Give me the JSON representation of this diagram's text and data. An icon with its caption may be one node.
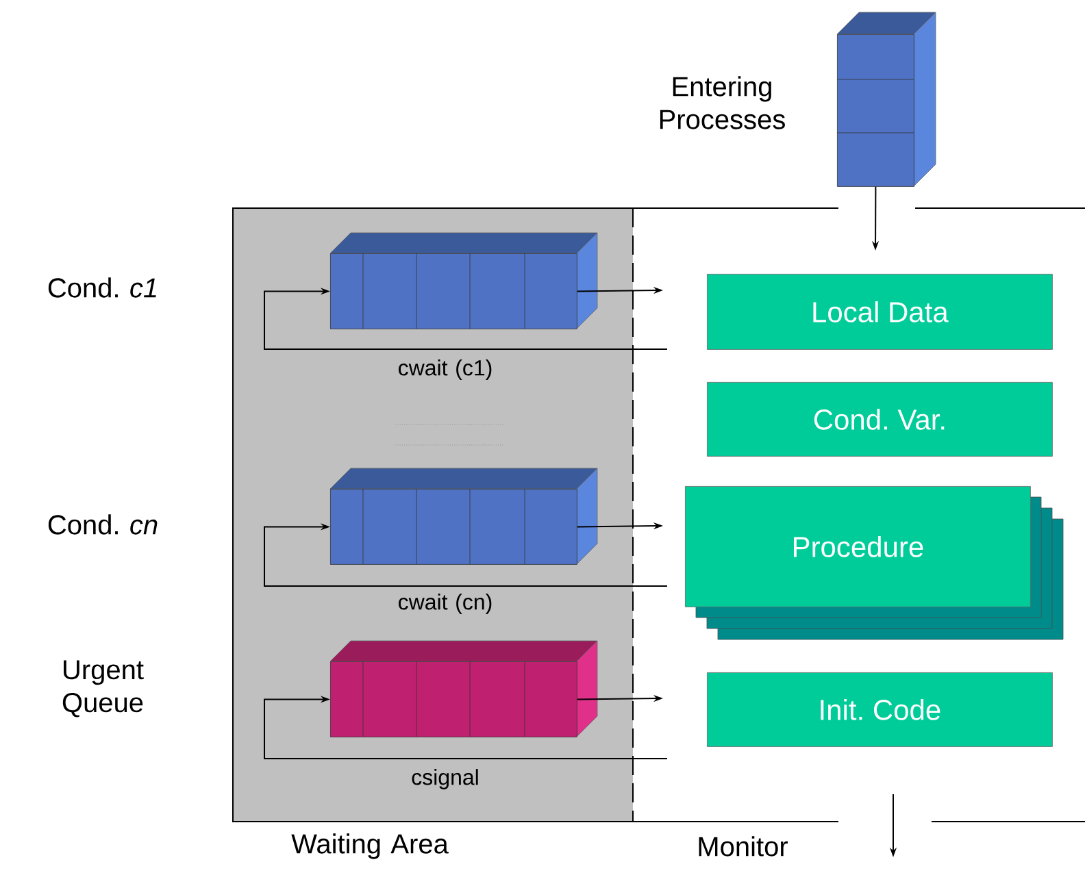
{
  "diagram": {
    "nodes": [
      {
        "text": [],
        "shape": "box",
        "beside": [
          "Entering Processes"
        ]
      },
      {
        "text": [],
        "shape": "box",
        "beside": [
          "cwait (c1)"
        ]
      },
      {
        "text": [],
        "shape": "box",
        "beside": [
          "cwait (cn)"
        ]
      },
      {
        "text": [],
        "shape": "box",
        "beside": [
          "csignal"
        ]
      },
      {
        "text": [
          "Local Data"
        ]
      },
      {
        "text": [
          "Cond. Var."
        ]
      },
      {
        "text": [
          "Procedure"
        ]
      },
      {
        "text": [
          "Init. Code"
        ]
      }
    ],
    "edges": [
      {
        "from": 0,
        "to": null,
        "arrow": "to"
      },
      {
        "from": 1,
        "to": null,
        "arrow": "to"
      },
      {
        "from": null,
        "to": 1,
        "arrow": "to"
      },
      {
        "from": 2,
        "to": null,
        "arrow": "to"
      },
      {
        "from": null,
        "to": 2,
        "arrow": "to"
      },
      {
        "from": 3,
        "to": null,
        "arrow": "to"
      },
      {
        "from": null,
        "to": 3,
        "arrow": "to"
      }
    ],
    "labels": [
      "Cond. *c1*",
      "Cond. *cn*",
      "Urgent Queue",
      "Waiting Area",
      "Monitor"
    ]
  }
}
